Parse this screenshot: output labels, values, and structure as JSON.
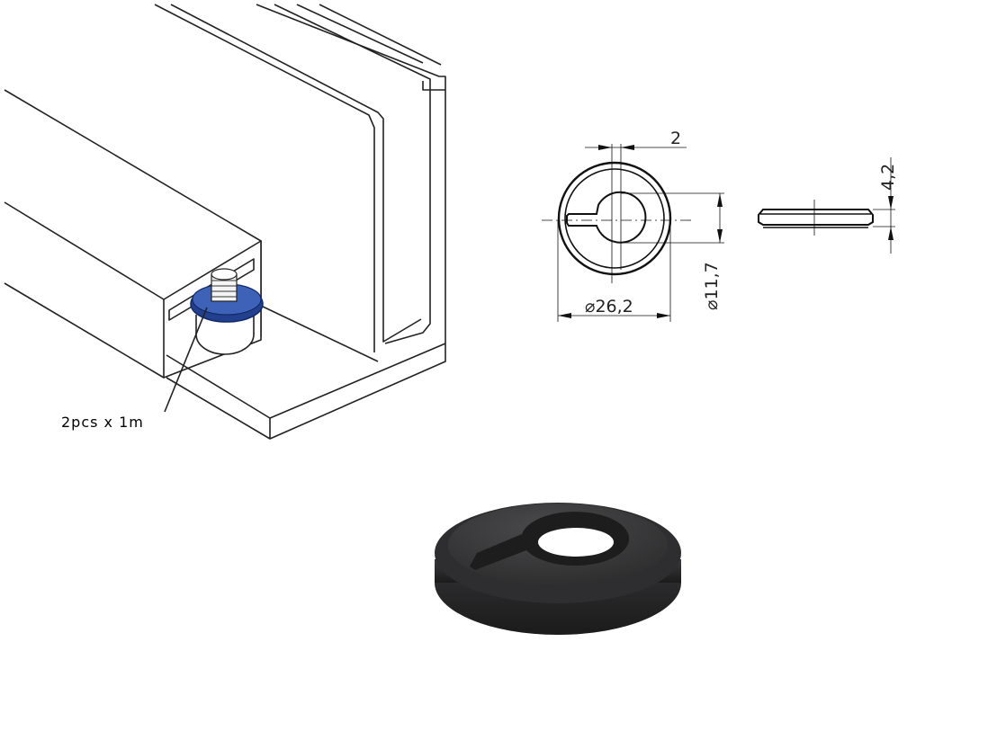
{
  "profile_view": {
    "callout_label": "2pcs x 1m",
    "highlight_color": "#2a4c9a"
  },
  "dimension_drawing": {
    "slot_width": "2",
    "outer_diameter": "⌀26,2",
    "inner_diameter": "⌀11,7",
    "thickness": "4,2"
  },
  "product_photo": {
    "color": "#2b2b2c"
  }
}
